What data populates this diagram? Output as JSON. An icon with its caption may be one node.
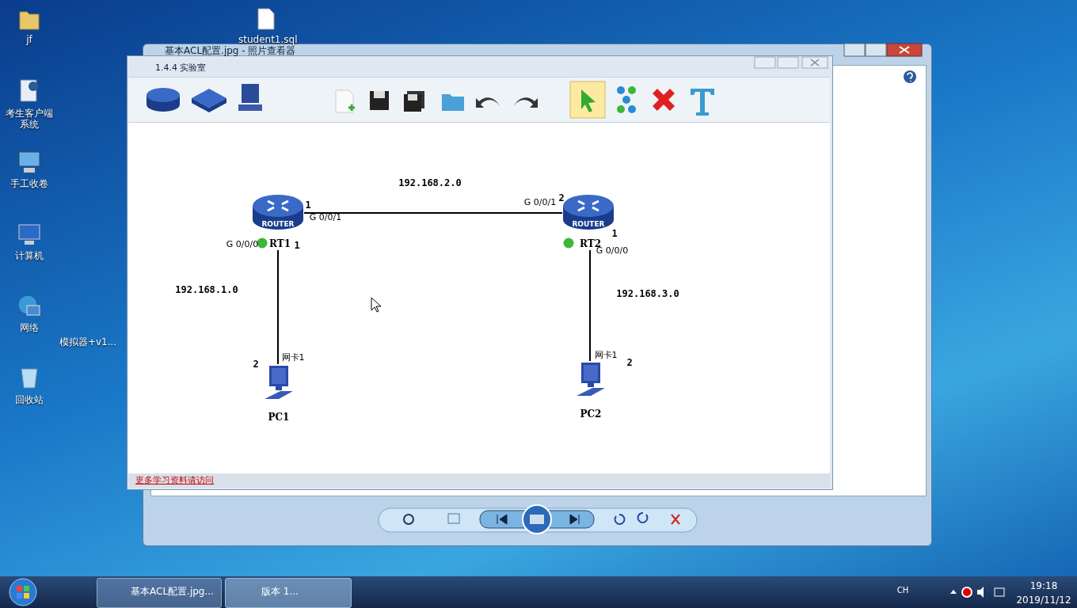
{
  "diagram": {
    "nodes": [
      {
        "text": [
          "ROUTER",
          "RT1"
        ]
      },
      {
        "text": [
          "ROUTER",
          "RT2"
        ]
      },
      {
        "text": [
          "PC1"
        ]
      },
      {
        "text": [
          "PC2"
        ]
      }
    ],
    "edges": [
      {
        "from": 0,
        "to": 1,
        "arrow": "none"
      },
      {
        "from": 0,
        "to": 2,
        "arrow": "none"
      },
      {
        "from": 1,
        "to": 3,
        "arrow": "none"
      }
    ],
    "labels": [
      "jf",
      "student1.sql",
      "考生客户端系统",
      "手工收卷",
      "计算机",
      "网络",
      "模拟器+v1...",
      "回收站",
      "基本ACL配置.jpg - 照片查看器",
      "1.4.4 实验室",
      "192.168.2.0",
      "1",
      "G 0/0/1",
      "2",
      "G 0/0/1",
      "G 0/0/0",
      "1",
      "1",
      "G 0/0/0",
      "192.168.1.0",
      "192.168.3.0",
      "网卡1",
      "2",
      "网卡1",
      "2",
      "更多学习资料请访问",
      "基本ACL配置.jpg...",
      "版本 1...",
      "CH",
      "19:18",
      "2019/11/12"
    ]
  }
}
